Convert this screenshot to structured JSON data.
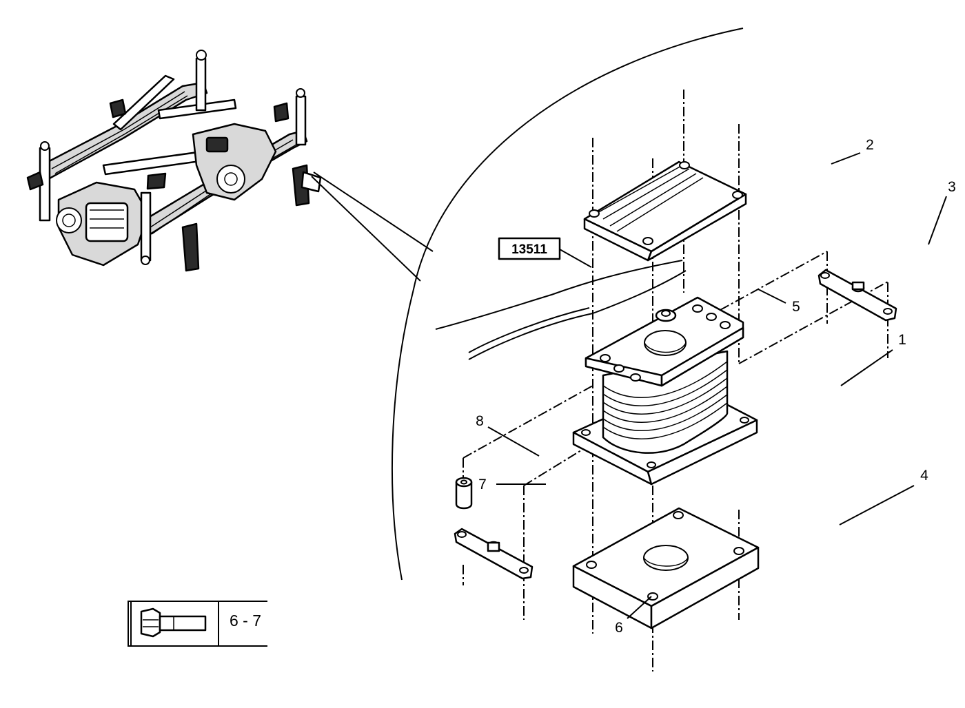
{
  "diagram": {
    "callouts": [
      {
        "id": "callout-1",
        "text": "1"
      },
      {
        "id": "callout-2",
        "text": "2"
      },
      {
        "id": "callout-3",
        "text": "3"
      },
      {
        "id": "callout-4",
        "text": "4"
      },
      {
        "id": "callout-5",
        "text": "5"
      },
      {
        "id": "callout-6",
        "text": "6"
      },
      {
        "id": "callout-7",
        "text": "7"
      },
      {
        "id": "callout-8",
        "text": "8"
      }
    ],
    "reference_box": {
      "text": "13511"
    },
    "tool_box": {
      "icon": "bolt-icon",
      "text": "6 - 7"
    }
  }
}
